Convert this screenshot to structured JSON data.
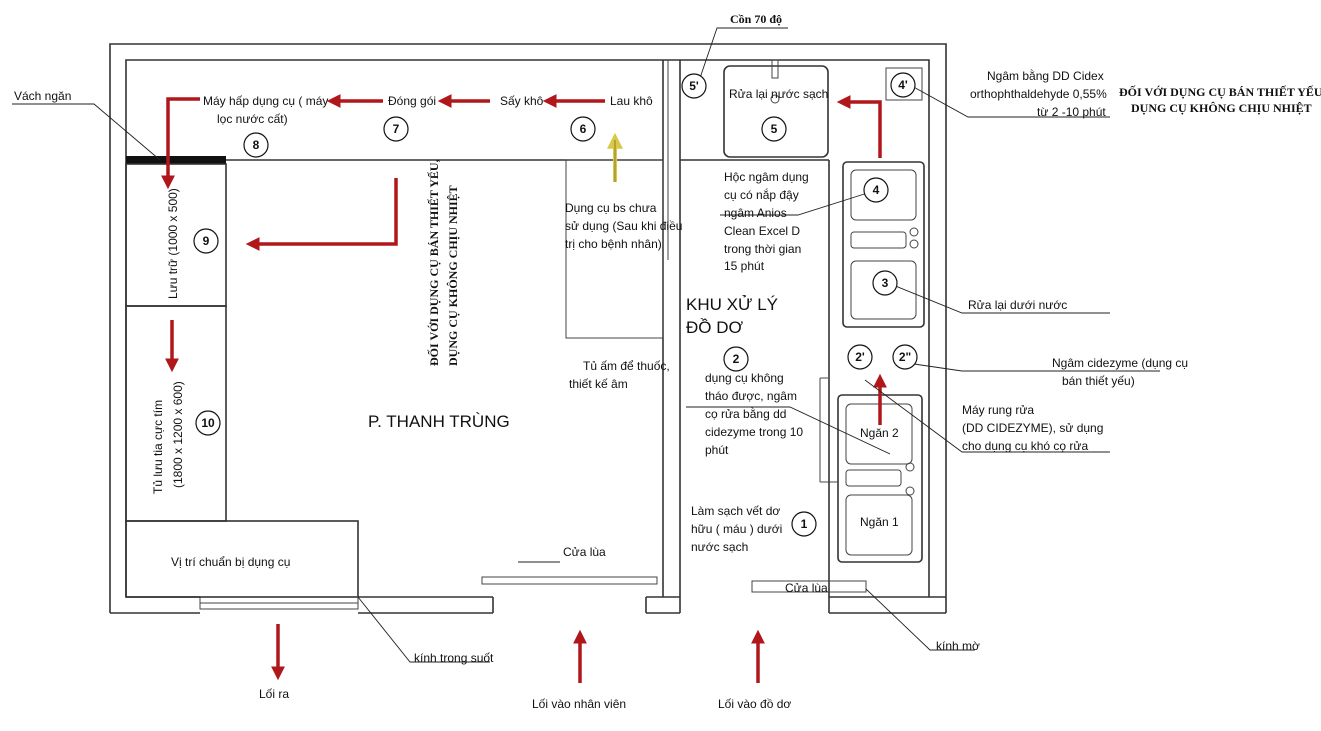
{
  "diagram": {
    "title_right": [
      "ĐỐI VỚI DỤNG CỤ BÁN THIẾT YẾU,",
      "DỤNG CỤ KHÔNG CHỊU NHIỆT"
    ],
    "title_vertical": [
      "ĐỐI VỚI DỤNG CỤ BÁN THIẾT YẾU,",
      "DỤNG CỤ KHÔNG CHỊU NHIỆT"
    ],
    "rooms": {
      "sterile_room": "P. THANH TRÙNG",
      "processing_area": [
        "KHU XỬ LÝ",
        "ĐỒ DƠ"
      ]
    },
    "steps": [
      {
        "number": "1",
        "text": [
          "Làm sạch vết dơ",
          "hữu ( máu ) dưới",
          "nước sạch"
        ]
      },
      {
        "number": "2",
        "text": [
          "dụng cụ không",
          "tháo được, ngâm",
          "cọ rửa bằng dd",
          "cidezyme trong 10",
          "phút"
        ]
      },
      {
        "number": "3",
        "text": [
          "Rửa lại dưới nước"
        ]
      },
      {
        "number": "4",
        "text": [
          "Hộc ngâm dụng",
          "cụ có nắp đậy",
          "ngâm Anios",
          "Clean Excel D",
          "trong thời gian",
          "15 phút"
        ]
      },
      {
        "number": "5",
        "text": [
          "Rửa lại nước sạch"
        ]
      },
      {
        "number": "6",
        "text": [
          "Lau khô"
        ]
      },
      {
        "number": "7",
        "text": [
          "Đóng gói"
        ]
      },
      {
        "number": "8",
        "text": [
          "Máy hấp dụng cụ ( máy",
          "lọc nước cất)"
        ]
      },
      {
        "number": "9",
        "text": [
          "Lưu trữ (1000 x 500)"
        ]
      },
      {
        "number": "10",
        "text": [
          "Tủ lưu tia cực tím",
          "(1800 x 1200 x 600)"
        ]
      }
    ],
    "extra_markers": {
      "m2p": "2'",
      "m2pp": "2\"",
      "m4p": "4'",
      "m5p": "5'"
    },
    "drying_label": "Sấy khô",
    "labels": {
      "alcohol": "Cồn 70 độ",
      "cidex": [
        "Ngâm bằng DD Cidex",
        "orthophthaldehyde 0,55%",
        "từ 2 -10 phút"
      ],
      "partition": "Vách ngăn",
      "used_tools": [
        "Dụng cụ bs chưa",
        "sử dụng (Sau khi điều",
        "trị cho bệnh nhân)"
      ],
      "warm_cabinet": [
        "Tủ ấm để thuốc,",
        "thiết kế âm"
      ],
      "cidezyme_soak": [
        "Ngâm cidezyme (dụng cụ",
        "bán thiết yếu)"
      ],
      "vibration": [
        "Máy rung rửa",
        "(DD CIDEZYME), sử dụng",
        "cho dụng cụ khó cọ rửa"
      ],
      "prep_position": "Vị trí chuẩn bị dụng cụ",
      "sliding_door_1": "Cửa lùa",
      "sliding_door_2": "Cửa lùa",
      "clear_glass": "kính trong suốt",
      "frosted_glass": "kính mờ",
      "exit": "Lối ra",
      "staff_entry": "Lối vào nhân viên",
      "dirty_entry": "Lối vào đồ dơ",
      "sink_2": "Ngăn 2",
      "sink_1": "Ngăn 1"
    }
  }
}
